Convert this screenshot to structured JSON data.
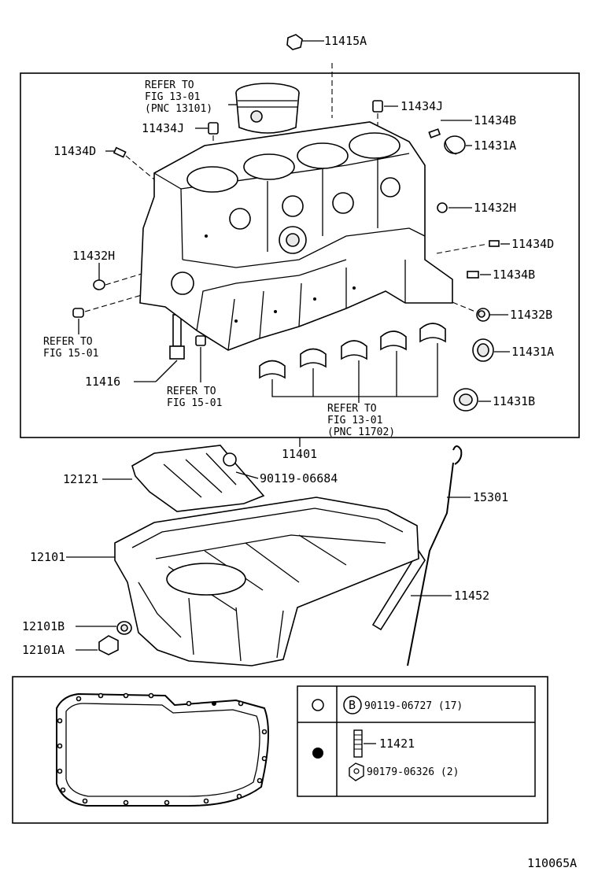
{
  "parts": {
    "p11415A": "11415A",
    "p11434J_r": "11434J",
    "p11434B_t": "11434B",
    "p11431A_t": "11431A",
    "p11432H_r": "11432H",
    "p11434D_r": "11434D",
    "p11434B_m": "11434B",
    "p11432B": "11432B",
    "p11431A_b": "11431A",
    "p11431B": "11431B",
    "p11434J_l": "11434J",
    "p11434D_l": "11434D",
    "p11432H_l": "11432H",
    "p11416": "11416",
    "p11401": "11401",
    "p12121": "12121",
    "p90119_06684": "90119-06684",
    "p15301": "15301",
    "p12101": "12101",
    "p11452": "11452",
    "p12101B": "12101B",
    "p12101A": "12101A"
  },
  "refs": {
    "piston_l1": "REFER TO",
    "piston_l2": "FIG 13-01",
    "piston_l3": "(PNC 13101)",
    "left_l1": "REFER TO",
    "left_l2": "FIG 15-01",
    "mid_l1": "REFER TO",
    "mid_l2": "FIG 15-01",
    "bearing_l1": "REFER TO",
    "bearing_l2": "FIG 13-01",
    "bearing_l3": "(PNC 11702)"
  },
  "legend": {
    "b_letter": "B",
    "row1": "90119-06727 (17)",
    "row2": "11421",
    "row3": "90179-06326 (2)"
  },
  "footer": {
    "figure_id": "110065A"
  }
}
